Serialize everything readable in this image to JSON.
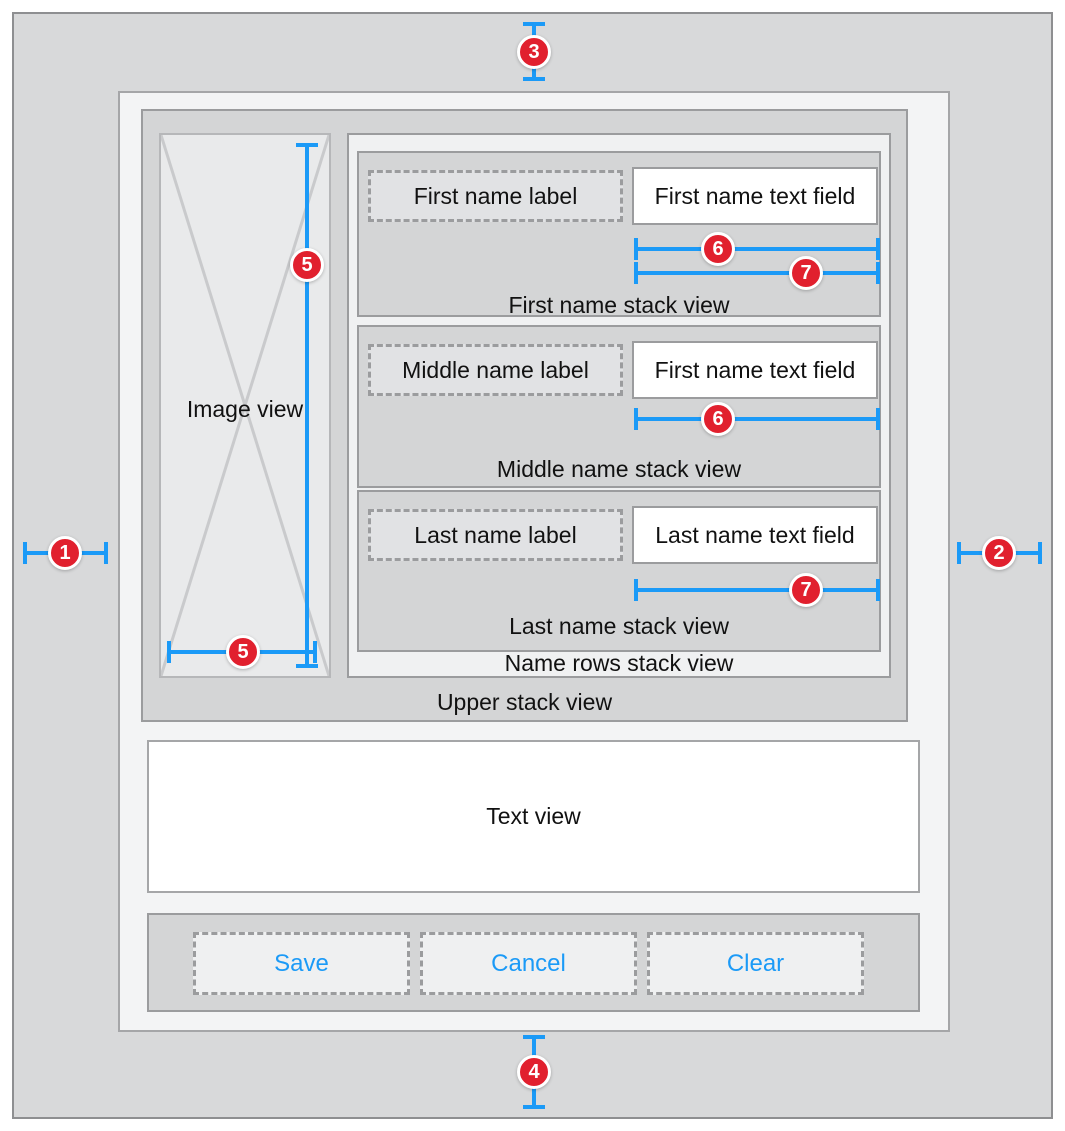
{
  "upper_stack": {
    "caption": "Upper stack view"
  },
  "image_view": {
    "caption": "Image view"
  },
  "name_rows": {
    "caption": "Name rows stack view"
  },
  "rows": [
    {
      "label": "First name label",
      "field": "First name text field",
      "caption": "First name stack view",
      "badge_a": "6",
      "badge_b": "7"
    },
    {
      "label": "Middle name label",
      "field": "First name text field",
      "caption": "Middle name stack view",
      "badge_a": "6"
    },
    {
      "label": "Last name label",
      "field": "Last name text field",
      "caption": "Last name stack view",
      "badge_b": "7"
    }
  ],
  "text_view": {
    "caption": "Text view"
  },
  "button_bar": {
    "buttons": [
      {
        "label": "Save"
      },
      {
        "label": "Cancel"
      },
      {
        "label": "Clear"
      }
    ]
  },
  "constraints": {
    "c1": "1",
    "c2": "2",
    "c3": "3",
    "c4": "4",
    "c5_height": "5",
    "c5_width": "5",
    "c6_first": "6",
    "c7_first": "7",
    "c6_middle": "6",
    "c7_last": "7"
  },
  "colors": {
    "accent_blue": "#1b9af7",
    "badge_red": "#e1202e"
  }
}
